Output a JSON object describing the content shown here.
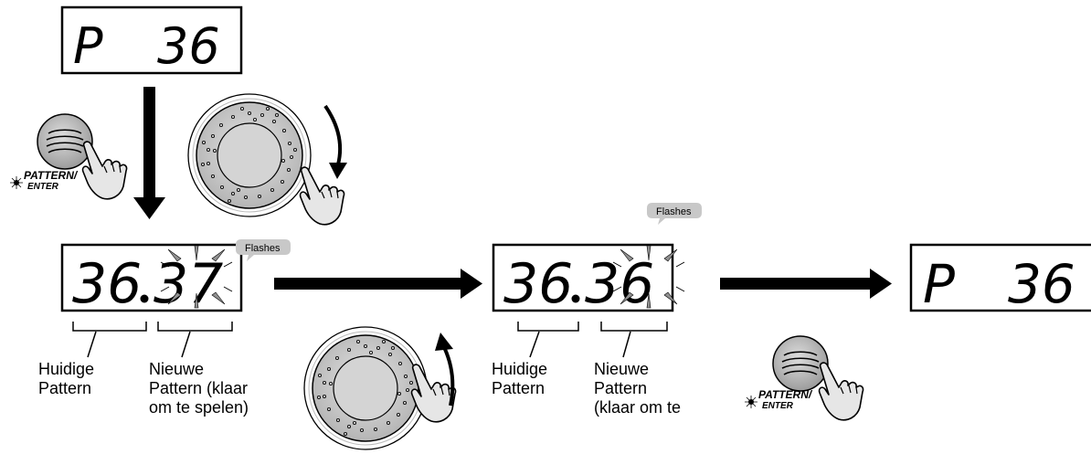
{
  "displays": {
    "top": {
      "left": "P",
      "right": "36"
    },
    "step1": {
      "current": "36",
      "new": "37"
    },
    "step2": {
      "current": "36",
      "new": "36"
    },
    "final": {
      "left": "P",
      "right": "36"
    }
  },
  "flash_label": "Flashes",
  "captions": {
    "current_line1": "Huidige",
    "current_line2": "Pattern",
    "new1_line1": "Nieuwe",
    "new1_line2": "Pattern (klaar",
    "new1_line3": "om te spelen)",
    "new2_line1": "Nieuwe",
    "new2_line2": "Pattern",
    "new2_line3": "(klaar om te"
  },
  "button_label": {
    "line1": "PATTERN/",
    "line2": "ENTER"
  },
  "icons": [
    "pattern-enter-button-icon",
    "jog-dial-icon",
    "pointing-hand-icon",
    "rotate-arrow-icon",
    "flash-rays-icon"
  ]
}
